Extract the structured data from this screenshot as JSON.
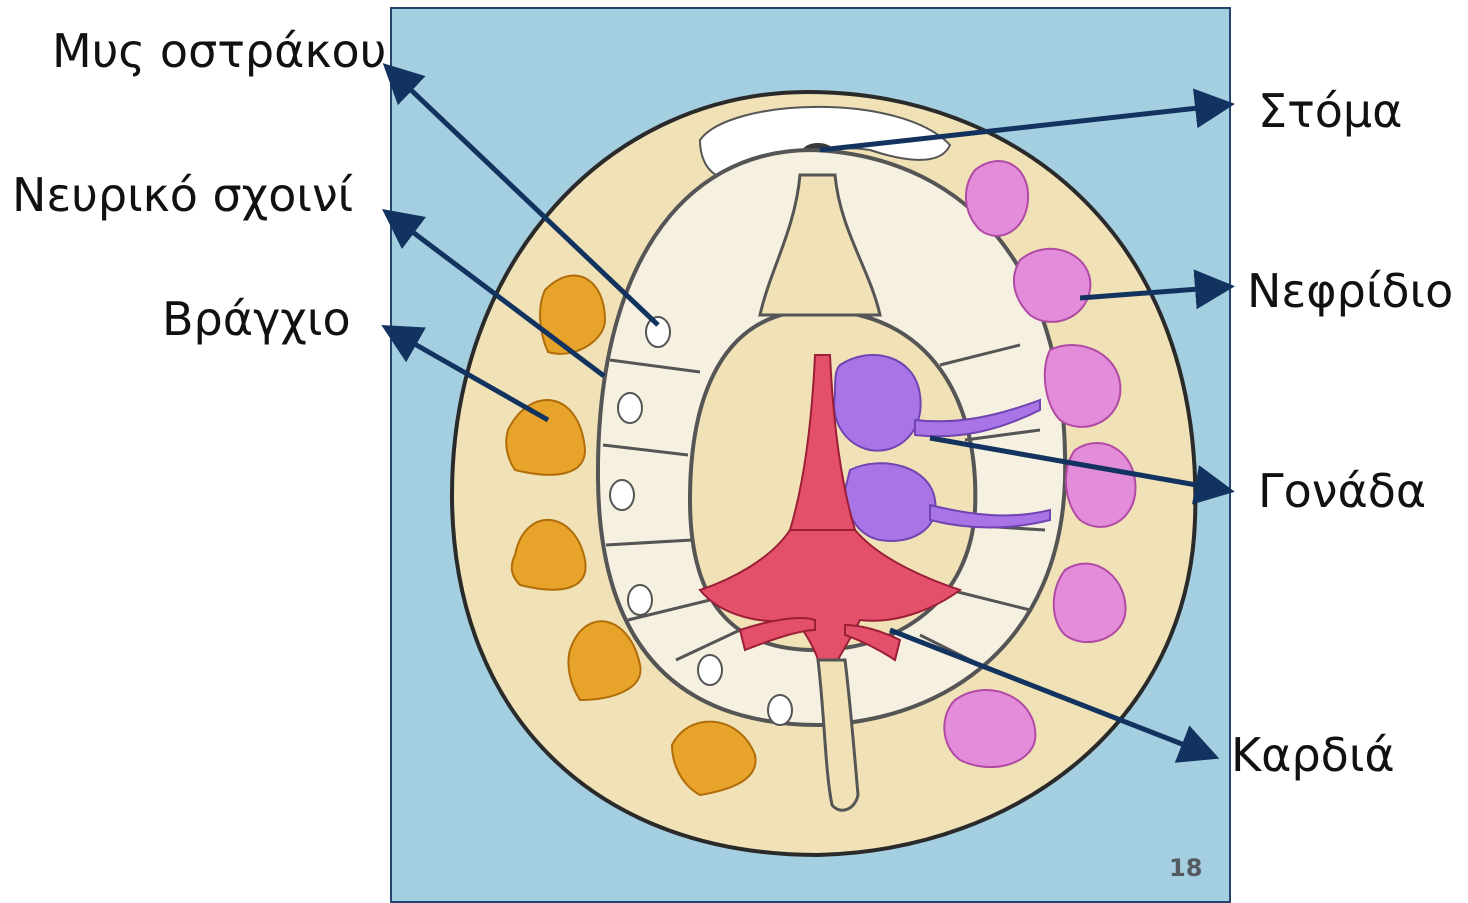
{
  "labels": {
    "shell_muscle": "Μυς οστράκου",
    "nerve_cord": "Νευρικό σχοινί",
    "gill": "Βράγχιο",
    "mouth": "Στόμα",
    "nephridium": "Νεφρίδιο",
    "gonad": "Γονάδα",
    "heart": "Καρδιά"
  },
  "page_number": "18",
  "colors": {
    "background_panel": "#a4cfe0",
    "mantle": "#f0e2b6",
    "gills": "#e8a42a",
    "heart": "#e4506a",
    "gonad": "#a874e6",
    "nephridium": "#e38cd9",
    "arrows": "#12335f"
  }
}
